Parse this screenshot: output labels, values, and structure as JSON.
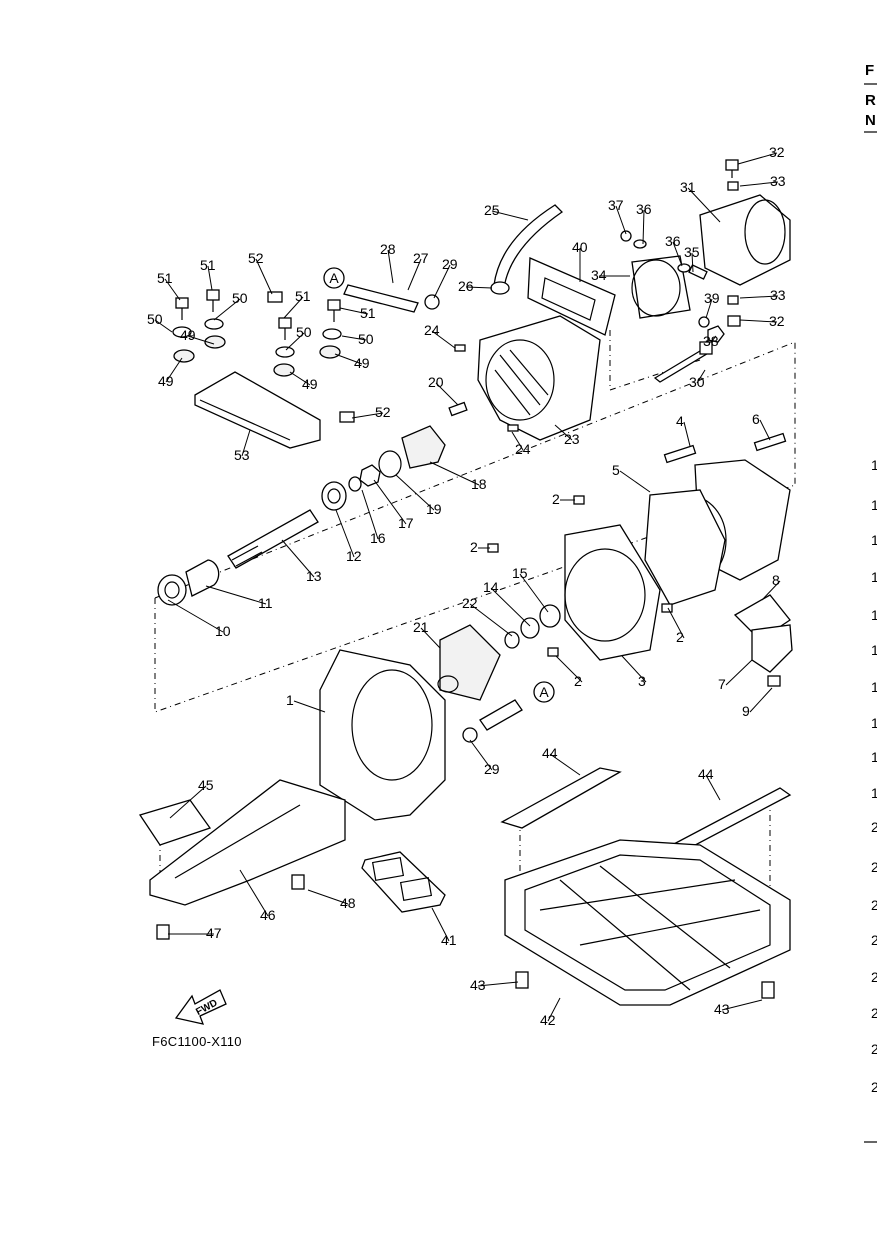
{
  "diagram": {
    "reference_code": "F6C1100-X110",
    "direction_label": "FWD",
    "callout_label": "A",
    "part_numbers": [
      "1",
      "2",
      "3",
      "4",
      "5",
      "6",
      "7",
      "8",
      "9",
      "10",
      "11",
      "12",
      "13",
      "14",
      "15",
      "16",
      "17",
      "18",
      "19",
      "20",
      "21",
      "22",
      "23",
      "24",
      "25",
      "26",
      "27",
      "28",
      "29",
      "30",
      "31",
      "32",
      "33",
      "34",
      "35",
      "36",
      "37",
      "38",
      "39",
      "40",
      "41",
      "42",
      "43",
      "44",
      "45",
      "46",
      "47",
      "48",
      "49",
      "50",
      "51",
      "52",
      "53"
    ]
  },
  "edge_text": [
    "F",
    "R",
    "N",
    "1",
    "1",
    "1",
    "1",
    "1",
    "1",
    "1",
    "1",
    "1",
    "1",
    "2",
    "2",
    "2",
    "2",
    "2",
    "2",
    "2",
    "2"
  ]
}
